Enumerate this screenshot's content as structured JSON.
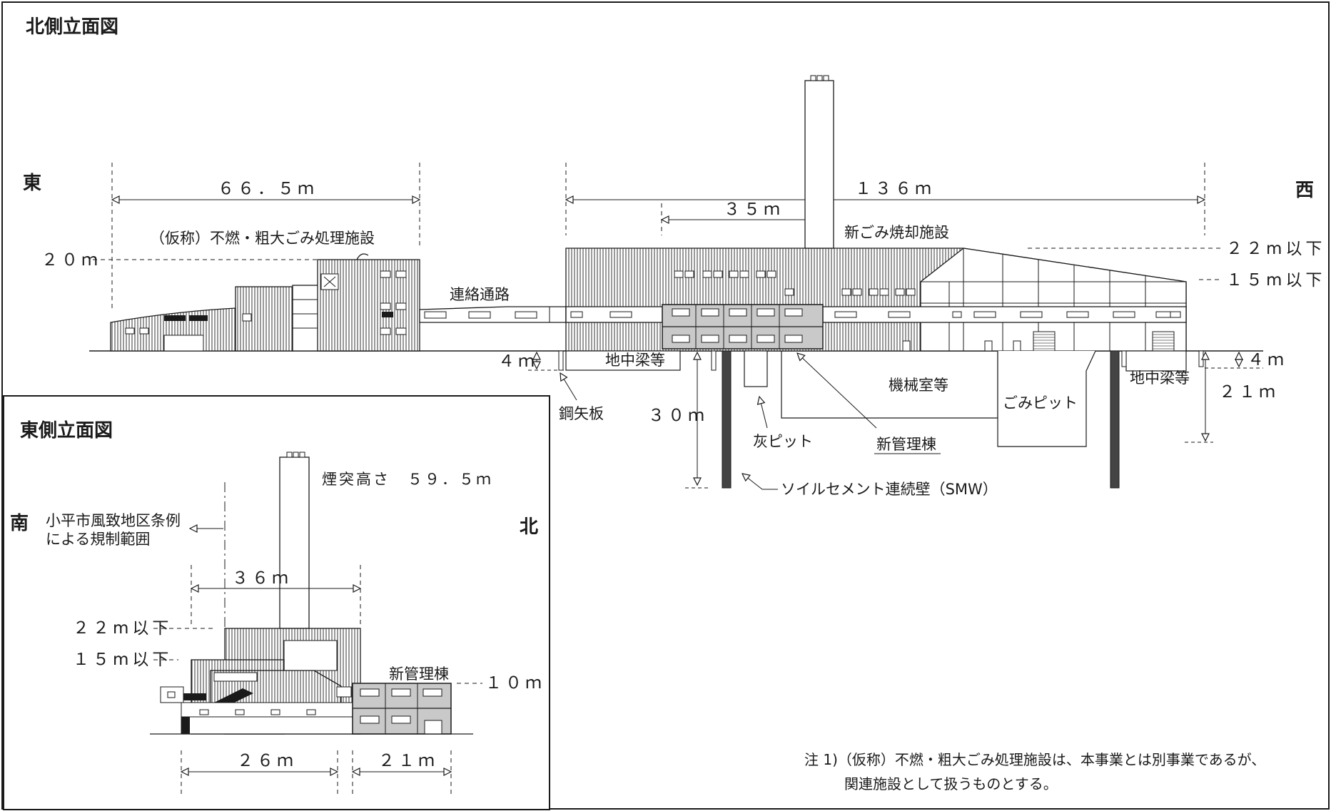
{
  "north": {
    "title": "北側立面図",
    "east_label": "東",
    "west_label": "西",
    "dim_665": "６６．５ｍ",
    "dim_136": "１３６ｍ",
    "dim_35": "３５ｍ",
    "height_20": "２０ｍ",
    "height_22": "２２m以下",
    "height_15": "１５m以下",
    "label_sorting": "（仮称）不燃・粗大ごみ処理施設",
    "label_passage": "連絡通路",
    "label_incinerator": "新ごみ焼却施設",
    "depth_4_left": "４ｍ",
    "label_beam_left": "地中梁等",
    "label_sheet_pile": "鋼矢板",
    "depth_30": "３０ｍ",
    "label_ash_pit": "灰ピット",
    "label_new_admin": "新管理棟",
    "label_machine_room": "機械室等",
    "label_garbage_pit": "ごみピット",
    "label_beam_right": "地中梁等",
    "depth_4_right": "４ｍ",
    "depth_21": "２１ｍ",
    "label_smw": "ソイルセメント連続壁（SMW）"
  },
  "east": {
    "title": "東側立面図",
    "south_label": "南",
    "north_label": "北",
    "label_regulation": [
      "小平市風致地区条例",
      "による規制範囲"
    ],
    "label_chimney": "煙突高さ　５９．５ｍ",
    "dim_36": "３６ｍ",
    "height_22": "２２m以下",
    "height_15": "１５m以下",
    "label_new_admin": "新管理棟",
    "height_10": "１０ｍ",
    "dim_26": "２６ｍ",
    "dim_21": "２１ｍ"
  },
  "note": {
    "line1": "注 1)（仮称）不燃・粗大ごみ処理施設は、本事業とは別事業であるが、",
    "line2": "関連施設として扱うものとする。"
  },
  "colors": {
    "line": "#1a1a1a",
    "panel_gray": "#c9c9c9",
    "dark": "#333333",
    "pile": "#444444"
  }
}
